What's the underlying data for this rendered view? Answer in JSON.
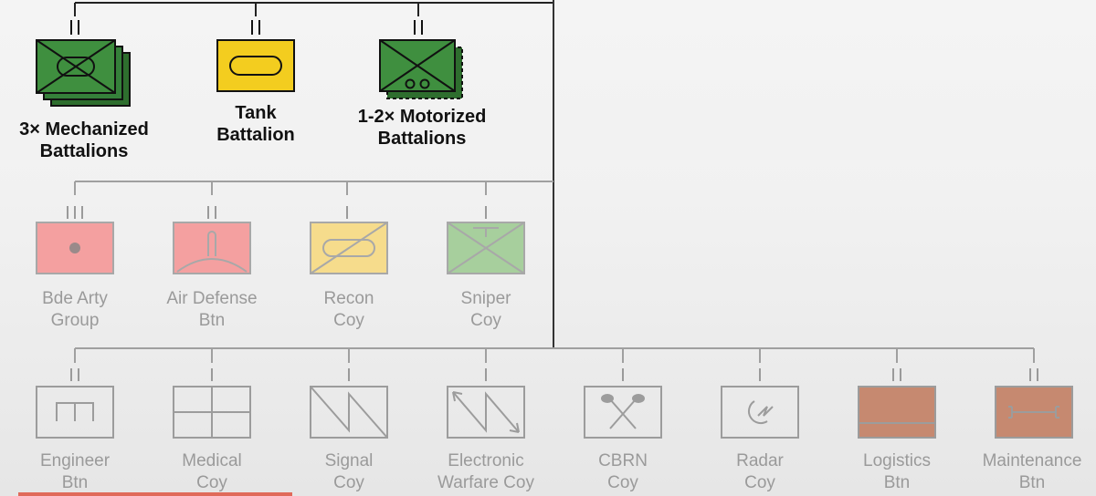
{
  "top_units": [
    {
      "id": "mech",
      "line1": "3× Mechanized",
      "line2": "Battalions"
    },
    {
      "id": "tank",
      "line1": "Tank",
      "line2": "Battalion"
    },
    {
      "id": "motor",
      "line1": "1-2× Motorized",
      "line2": "Battalions"
    }
  ],
  "support_units": [
    {
      "id": "arty",
      "line1": "Bde Arty",
      "line2": "Group"
    },
    {
      "id": "airdef",
      "line1": "Air Defense",
      "line2": "Btn"
    },
    {
      "id": "recon",
      "line1": "Recon",
      "line2": "Coy"
    },
    {
      "id": "sniper",
      "line1": "Sniper",
      "line2": "Coy"
    }
  ],
  "service_units": [
    {
      "id": "engineer",
      "line1": "Engineer",
      "line2": "Btn"
    },
    {
      "id": "medical",
      "line1": "Medical",
      "line2": "Coy"
    },
    {
      "id": "signal",
      "line1": "Signal",
      "line2": "Coy"
    },
    {
      "id": "ew",
      "line1": "Electronic",
      "line2": "Warfare Coy"
    },
    {
      "id": "cbrn",
      "line1": "CBRN",
      "line2": "Coy"
    },
    {
      "id": "radar",
      "line1": "Radar",
      "line2": "Coy"
    },
    {
      "id": "logistics",
      "line1": "Logistics",
      "line2": "Btn"
    },
    {
      "id": "maintenance",
      "line1": "Maintenance",
      "line2": "Btn"
    }
  ],
  "colors": {
    "infantry_green": "#3f8f3f",
    "armor_yellow": "#f3cd1f",
    "artillery_red": "#f4a0a0",
    "recon_yellow": "#f6dc8c",
    "sniper_green": "#a7cf9d",
    "logistics_brown": "#c68970",
    "line_dark": "#222222",
    "line_faded": "#9a9a9a"
  },
  "icons": [
    "mechanized-infantry-icon",
    "tank-armor-icon",
    "motorized-infantry-icon",
    "artillery-icon",
    "air-defense-icon",
    "recon-cavalry-icon",
    "sniper-icon",
    "engineer-icon",
    "medical-icon",
    "signal-icon",
    "electronic-warfare-icon",
    "cbrn-icon",
    "radar-icon",
    "logistics-icon",
    "maintenance-icon"
  ]
}
